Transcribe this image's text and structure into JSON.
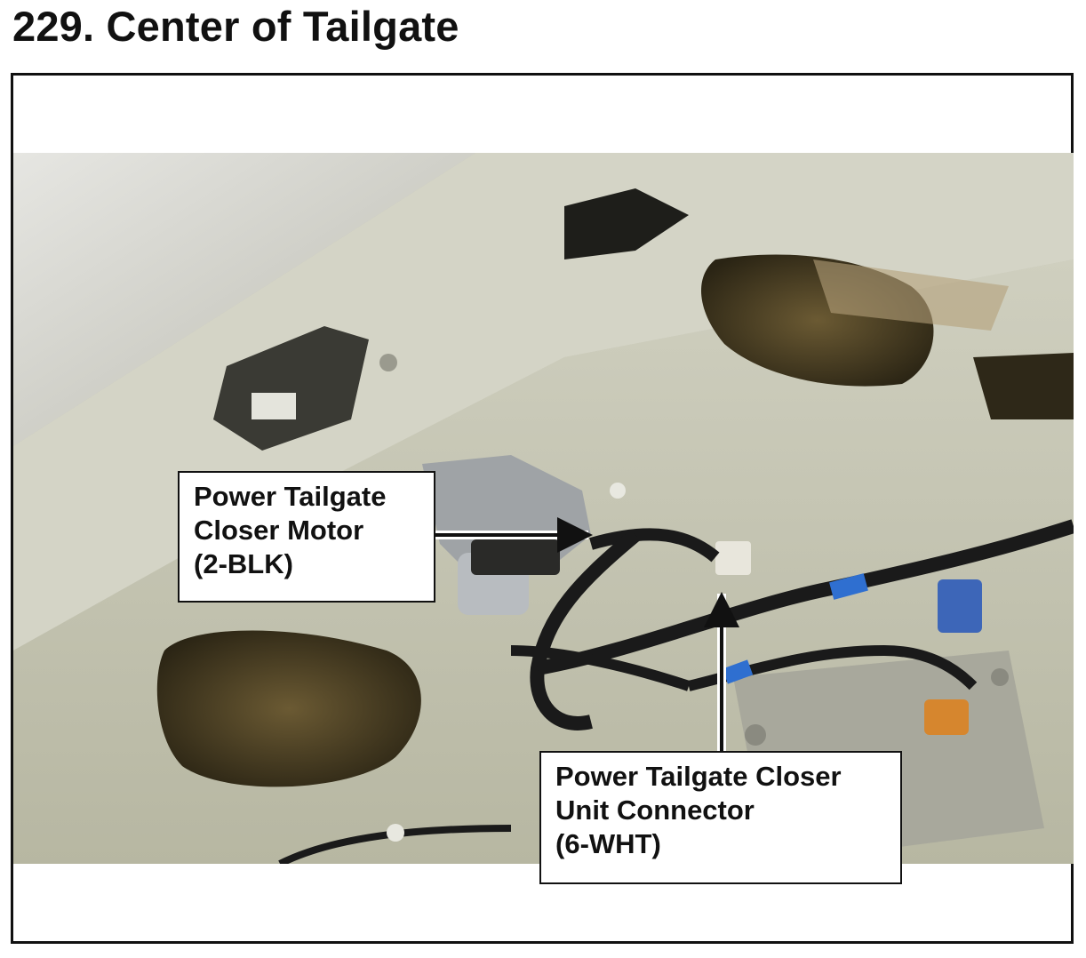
{
  "title": "229.  Center of Tailgate",
  "figure": {
    "callouts": [
      {
        "lines": [
          "Power Tailgate",
          "Closer Motor",
          "(2-BLK)"
        ]
      },
      {
        "lines": [
          "Power Tailgate Closer",
          "Unit Connector",
          "(6-WHT)"
        ]
      }
    ]
  },
  "colors": {
    "panel": "#c8c8b4",
    "panel_dark": "#8f8f7a",
    "harness": "#1a1a1a",
    "tape_blue": "#2f6fd0",
    "connector_white": "#e8e6dc"
  }
}
